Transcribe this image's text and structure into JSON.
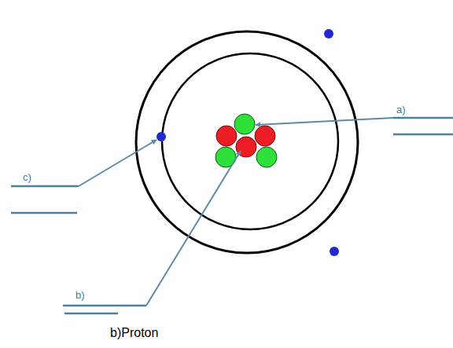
{
  "diagram": {
    "labels": [
      "a)",
      "c)",
      "b)",
      "b)Proton"
    ]
  }
}
